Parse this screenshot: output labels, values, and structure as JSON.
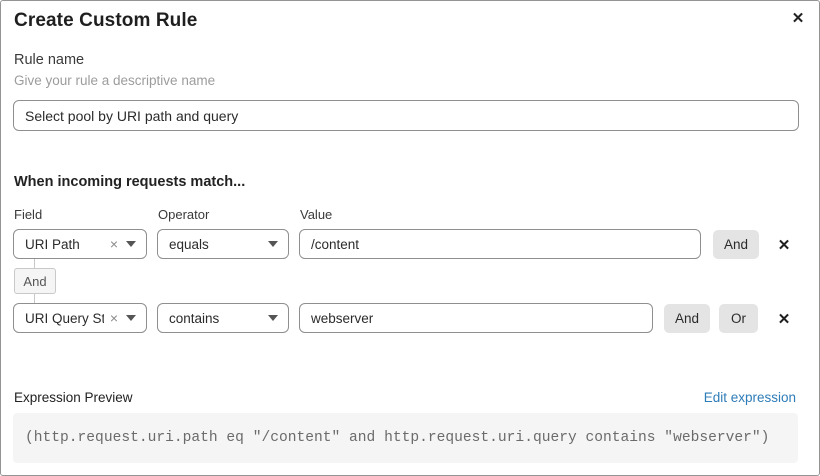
{
  "dialog": {
    "title": "Create Custom Rule",
    "close_icon": "✕"
  },
  "rule_name": {
    "label": "Rule name",
    "hint": "Give your rule a descriptive name",
    "value": "Select pool by URI path and query"
  },
  "match_section": {
    "heading": "When incoming requests match...",
    "columns": {
      "field": "Field",
      "operator": "Operator",
      "value": "Value"
    },
    "rows": [
      {
        "field": "URI Path",
        "clear_icon": "×",
        "operator": "equals",
        "value": "/content",
        "and_button": "And",
        "delete_icon": "✕"
      },
      {
        "field": "URI Query St...",
        "clear_icon": "×",
        "operator": "contains",
        "value": "webserver",
        "and_button": "And",
        "or_button": "Or",
        "delete_icon": "✕"
      }
    ],
    "connector_label": "And"
  },
  "expression": {
    "label": "Expression Preview",
    "edit_link": "Edit expression",
    "preview": "(http.request.uri.path eq \"/content\" and http.request.uri.query contains \"webserver\")"
  },
  "colors": {
    "link_blue": "#2e7cb8",
    "button_gray": "#e4e4e4",
    "code_background": "#f5f5f5",
    "input_border": "#8f8f8f"
  }
}
